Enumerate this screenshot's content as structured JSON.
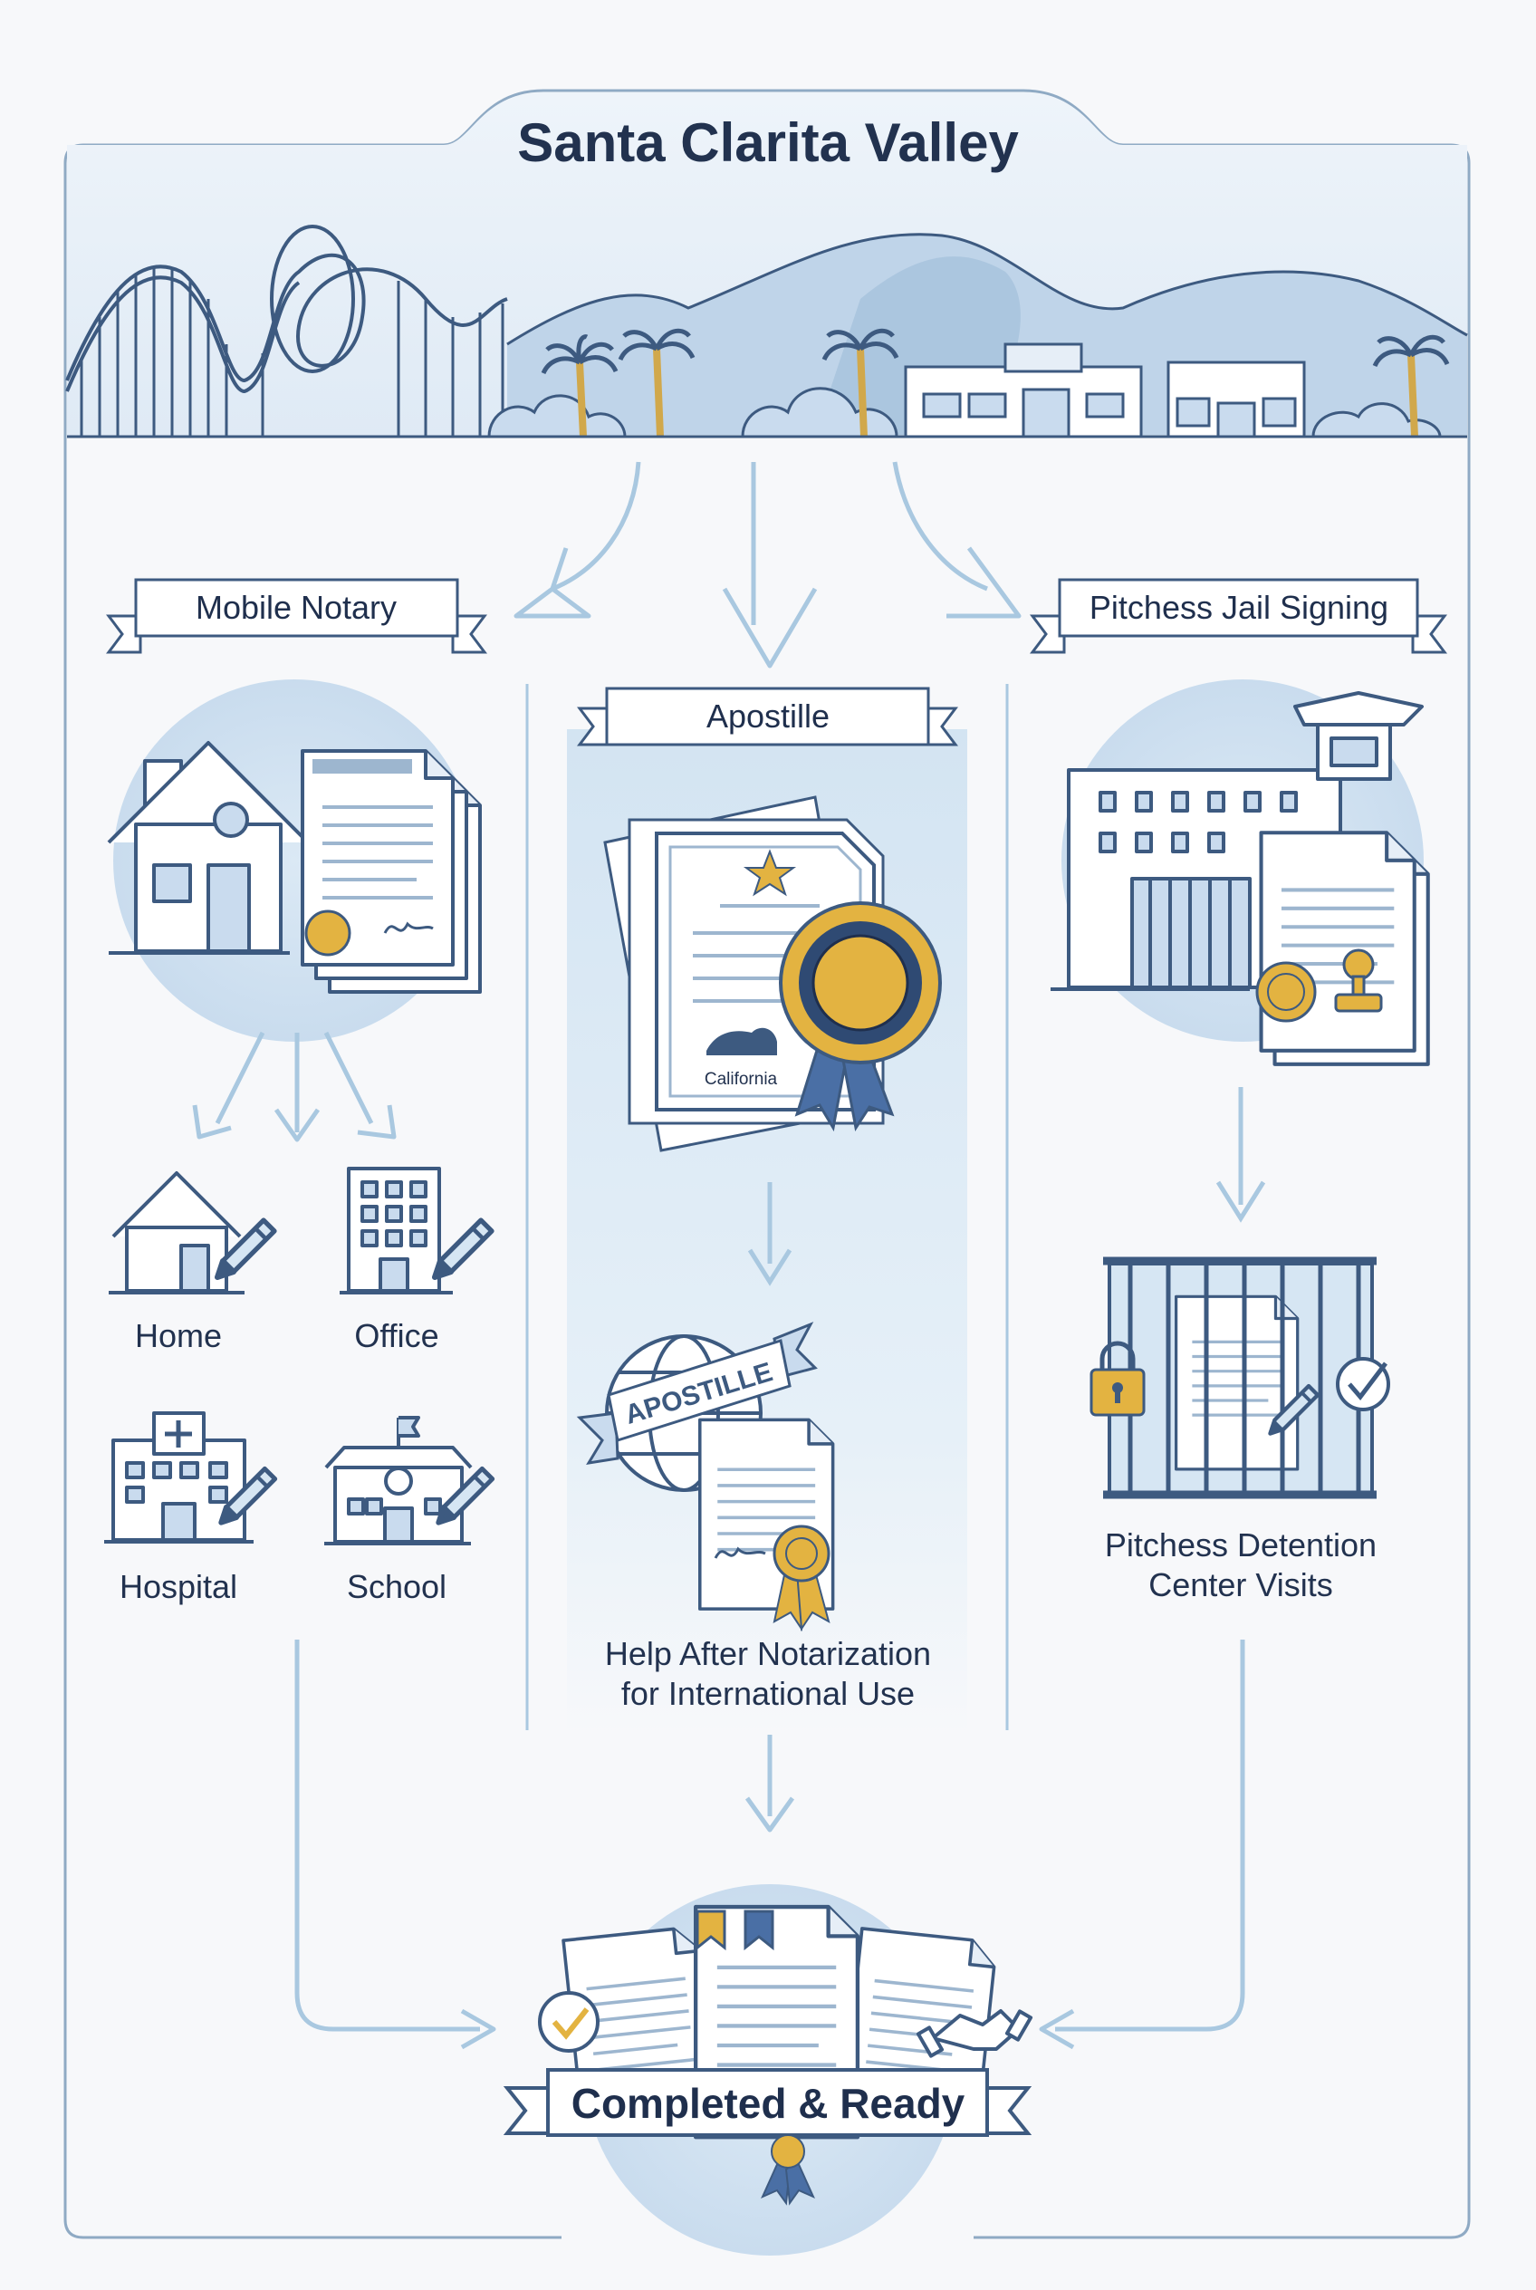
{
  "title": "Santa Clarita Valley",
  "columns": {
    "mobile": {
      "label": "Mobile Notary",
      "locations": [
        "Home",
        "Office",
        "Hospital",
        "School"
      ]
    },
    "apostille": {
      "label": "Apostille",
      "seal_text": "California",
      "ribbon_text": "APOSTILLE",
      "caption_line1": "Help After Notarization",
      "caption_line2": "for International Use"
    },
    "jail": {
      "label": "Pitchess Jail Signing",
      "caption_line1": "Pitchess Detention",
      "caption_line2": "Center Visits"
    }
  },
  "result": {
    "label": "Completed & Ready"
  },
  "colors": {
    "line": "#3d5a80",
    "light_blue": "#d6e6f3",
    "arrow": "#a9c8e0",
    "gold": "#e3b341",
    "navy": "#22324f"
  },
  "icons": [
    "roller-coaster-icon",
    "palm-tree-icon",
    "mountain-icon",
    "shopping-center-icon",
    "house-icon",
    "document-icon",
    "seal-icon",
    "signature-icon",
    "office-building-icon",
    "pen-icon",
    "hospital-icon",
    "school-icon",
    "certificate-icon",
    "rosette-icon",
    "globe-icon",
    "jail-building-icon",
    "stamp-icon",
    "jail-bars-icon",
    "padlock-icon",
    "checkmark-icon",
    "handshake-icon",
    "bookmark-icon"
  ]
}
